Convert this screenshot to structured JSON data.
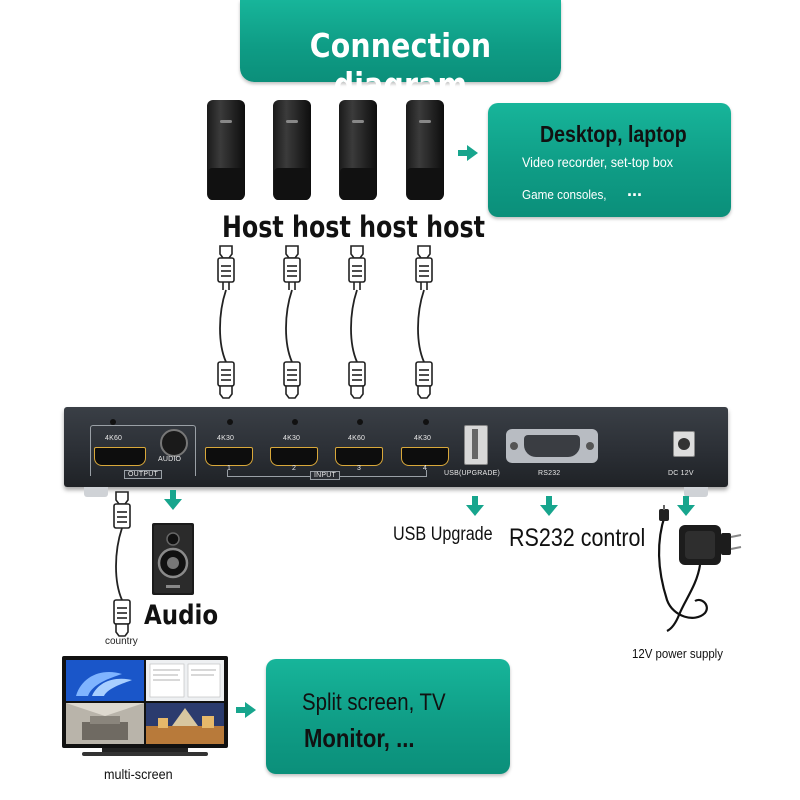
{
  "title": "Connection diagram",
  "desktop_box": {
    "line1": "Desktop, laptop",
    "line2": "Video recorder, set-top box",
    "line3": "Game consoles,",
    "ellipsis": "..."
  },
  "host_label": "Host host host host",
  "device": {
    "output_res": "4K60",
    "output_label": "OUTPUT",
    "audio_label": "AUDIO",
    "inputs": [
      {
        "res": "4K30",
        "num": "1"
      },
      {
        "res": "4K30",
        "num": "2"
      },
      {
        "res": "4K60",
        "num": "3"
      },
      {
        "res": "4K30",
        "num": "4"
      }
    ],
    "input_label": "INPUT",
    "usb_label": "USB(UPGRADE)",
    "rs232_label": "RS232",
    "dc_label": "DC 12V"
  },
  "usb_upgrade": "USB Upgrade",
  "rs232_control": "RS232 control",
  "audio": "Audio",
  "country": "country",
  "power_supply": "12V power supply",
  "multi_screen": "multi-screen",
  "split_box": {
    "line1": "Split screen, TV",
    "line2": "Monitor, ..."
  },
  "colors": {
    "teal": "#0f9d86",
    "arrow": "#17a58d",
    "device_body": "#2c3036"
  }
}
